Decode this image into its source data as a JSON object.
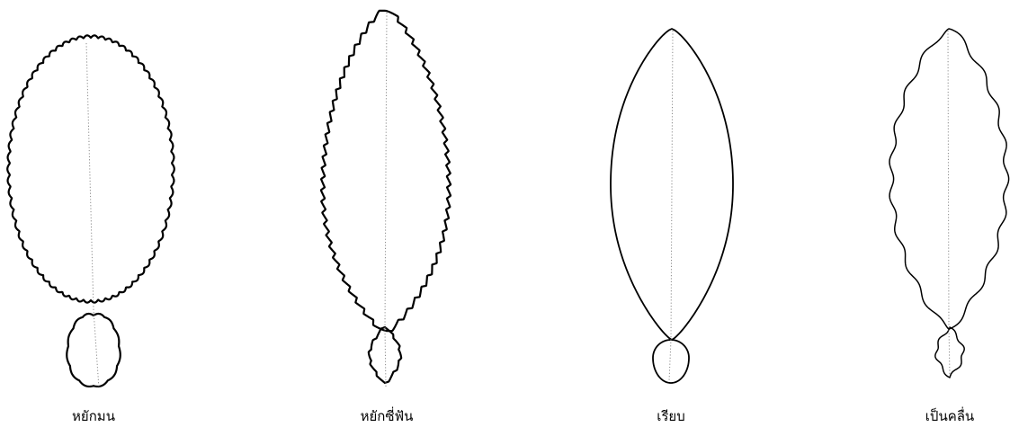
{
  "figure": {
    "leaves": [
      {
        "id": "rounded-toothed",
        "edge": "crenate",
        "label": "หยักมน"
      },
      {
        "id": "sawtooth",
        "edge": "serrate",
        "label": "หยักซี่ฟัน"
      },
      {
        "id": "smooth",
        "edge": "entire",
        "label": "เรียบ"
      },
      {
        "id": "wavy",
        "edge": "undulate",
        "label": "เป็นคลื่น"
      }
    ]
  }
}
